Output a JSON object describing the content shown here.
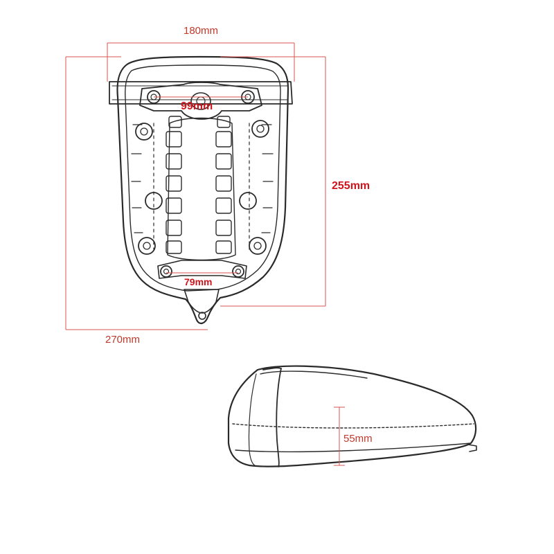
{
  "dimensions": {
    "top_width": "180mm",
    "mount_spacing_top": "99mm",
    "height": "255mm",
    "bottom_width": "270mm",
    "mount_spacing_bottom": "79mm",
    "thickness": "55mm"
  },
  "colors": {
    "dimension_line": "#d9534f",
    "dimension_text": "#d0141c",
    "outline": "#2a2a2a"
  }
}
